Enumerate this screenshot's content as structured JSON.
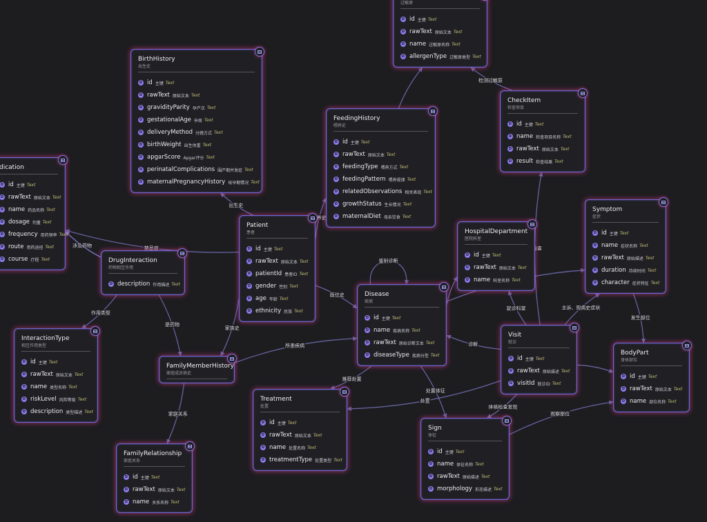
{
  "colors": {
    "background": "#1d1d20",
    "node_border": "#6f6ad6",
    "glow": "#e23c8c",
    "edge": "#7f7bc9",
    "type_text": "#c9c27a",
    "field_icon": "#8b7df0"
  },
  "icons": {
    "field": "primary-field-icon",
    "table": "table-icon"
  },
  "field_badge": "D",
  "nodes": [
    {
      "id": "Allergen",
      "title": "",
      "subtitle": "过敏原",
      "fields": [
        {
          "name": "id",
          "comment": "主键",
          "type": "Text"
        },
        {
          "name": "rawText",
          "comment": "原始文本",
          "type": "Text"
        },
        {
          "name": "name",
          "comment": "过敏原名称",
          "type": "Text"
        },
        {
          "name": "allergenType",
          "comment": "过敏原类型",
          "type": "Text"
        }
      ]
    },
    {
      "id": "BirthHistory",
      "title": "BirthHistory",
      "subtitle": "出生史",
      "fields": [
        {
          "name": "id",
          "comment": "主键",
          "type": "Text"
        },
        {
          "name": "rawText",
          "comment": "原始文本",
          "type": "Text"
        },
        {
          "name": "gravidityParity",
          "comment": "孕产次",
          "type": "Text"
        },
        {
          "name": "gestationalAge",
          "comment": "孕周",
          "type": "Text"
        },
        {
          "name": "deliveryMethod",
          "comment": "分娩方式",
          "type": "Text"
        },
        {
          "name": "birthWeight",
          "comment": "出生体重",
          "type": "Text"
        },
        {
          "name": "apgarScore",
          "comment": "Apgar评分",
          "type": "Text"
        },
        {
          "name": "perinatalComplications",
          "comment": "围产期并发症",
          "type": "Text"
        },
        {
          "name": "maternalPregnancyHistory",
          "comment": "母孕期情况",
          "type": "Text"
        }
      ]
    },
    {
      "id": "Medication",
      "title": "dication",
      "subtitle": "",
      "fields": [
        {
          "name": "id",
          "comment": "主键",
          "type": "Text"
        },
        {
          "name": "rawText",
          "comment": "原始文本",
          "type": "Text"
        },
        {
          "name": "name",
          "comment": "药品名称",
          "type": "Text"
        },
        {
          "name": "dosage",
          "comment": "剂量",
          "type": "Text"
        },
        {
          "name": "frequency",
          "comment": "用药频率",
          "type": "Text"
        },
        {
          "name": "route",
          "comment": "用药途径",
          "type": "Text"
        },
        {
          "name": "course",
          "comment": "疗程",
          "type": "Text"
        }
      ]
    },
    {
      "id": "FeedingHistory",
      "title": "FeedingHistory",
      "subtitle": "喂养史",
      "fields": [
        {
          "name": "id",
          "comment": "主键",
          "type": "Text"
        },
        {
          "name": "rawText",
          "comment": "原始文本",
          "type": "Text"
        },
        {
          "name": "feedingType",
          "comment": "喂养方式",
          "type": "Text"
        },
        {
          "name": "feedingPattern",
          "comment": "喂养规律",
          "type": "Text"
        },
        {
          "name": "relatedObservations",
          "comment": "相关表现",
          "type": "Text"
        },
        {
          "name": "growthStatus",
          "comment": "生长情况",
          "type": "Text"
        },
        {
          "name": "maternalDiet",
          "comment": "母亲饮食",
          "type": "Text"
        }
      ]
    },
    {
      "id": "CheckItem",
      "title": "CheckItem",
      "subtitle": "检查项目",
      "fields": [
        {
          "name": "id",
          "comment": "主键",
          "type": "Text"
        },
        {
          "name": "name",
          "comment": "检查项目名称",
          "type": "Text"
        },
        {
          "name": "rawText",
          "comment": "原始文本",
          "type": "Text"
        },
        {
          "name": "result",
          "comment": "检查结果",
          "type": "Text"
        }
      ]
    },
    {
      "id": "Symptom",
      "title": "Symptom",
      "subtitle": "症状",
      "fields": [
        {
          "name": "id",
          "comment": "主键",
          "type": "Text"
        },
        {
          "name": "name",
          "comment": "症状名称",
          "type": "Text"
        },
        {
          "name": "rawText",
          "comment": "原始描述",
          "type": "Text"
        },
        {
          "name": "duration",
          "comment": "持续时间",
          "type": "Text"
        },
        {
          "name": "character",
          "comment": "症状特征",
          "type": "Text"
        }
      ]
    },
    {
      "id": "Patient",
      "title": "Patient",
      "subtitle": "患者",
      "fields": [
        {
          "name": "id",
          "comment": "主键",
          "type": "Text"
        },
        {
          "name": "rawText",
          "comment": "原始文本",
          "type": "Text"
        },
        {
          "name": "patientId",
          "comment": "患者ID",
          "type": "Text"
        },
        {
          "name": "gender",
          "comment": "性别",
          "type": "Text"
        },
        {
          "name": "age",
          "comment": "年龄",
          "type": "Text"
        },
        {
          "name": "ethnicity",
          "comment": "民族",
          "type": "Text"
        }
      ]
    },
    {
      "id": "HospitalDepartment",
      "title": "HospitalDepartment",
      "subtitle": "医院科室",
      "fields": [
        {
          "name": "id",
          "comment": "主键",
          "type": "Text"
        },
        {
          "name": "rawText",
          "comment": "原始文本",
          "type": "Text"
        },
        {
          "name": "name",
          "comment": "科室名称",
          "type": "Text"
        }
      ]
    },
    {
      "id": "DrugInteraction",
      "title": "DrugInteraction",
      "subtitle": "药物相互作用",
      "fields": [
        {
          "name": "description",
          "comment": "作用描述",
          "type": "Text"
        }
      ]
    },
    {
      "id": "Disease",
      "title": "Disease",
      "subtitle": "疾病",
      "fields": [
        {
          "name": "id",
          "comment": "主键",
          "type": "Text"
        },
        {
          "name": "name",
          "comment": "疾病名称",
          "type": "Text"
        },
        {
          "name": "rawText",
          "comment": "原始诊断文本",
          "type": "Text"
        },
        {
          "name": "diseaseType",
          "comment": "疾病分型",
          "type": "Text"
        }
      ]
    },
    {
      "id": "Visit",
      "title": "Visit",
      "subtitle": "就诊",
      "fields": [
        {
          "name": "id",
          "comment": "主键",
          "type": "Text"
        },
        {
          "name": "rawText",
          "comment": "原始描述",
          "type": "Text"
        },
        {
          "name": "visitId",
          "comment": "就诊ID",
          "type": "Text"
        }
      ]
    },
    {
      "id": "InteractionType",
      "title": "InteractionType",
      "subtitle": "相互作用类型",
      "fields": [
        {
          "name": "id",
          "comment": "主键",
          "type": "Text"
        },
        {
          "name": "rawText",
          "comment": "原始文本",
          "type": "Text"
        },
        {
          "name": "name",
          "comment": "类型名称",
          "type": "Text"
        },
        {
          "name": "riskLevel",
          "comment": "风险等级",
          "type": "Text"
        },
        {
          "name": "description",
          "comment": "类型描述",
          "type": "Text"
        }
      ]
    },
    {
      "id": "FamilyMemberHistory",
      "title": "FamilyMemberHistory",
      "subtitle": "家庭成员病史",
      "fields": []
    },
    {
      "id": "BodyPart",
      "title": "BodyPart",
      "subtitle": "身体部位",
      "fields": [
        {
          "name": "id",
          "comment": "主键",
          "type": "Text"
        },
        {
          "name": "rawText",
          "comment": "原始文本",
          "type": "Text"
        },
        {
          "name": "name",
          "comment": "部位名称",
          "type": "Text"
        }
      ]
    },
    {
      "id": "Treatment",
      "title": "Treatment",
      "subtitle": "处置",
      "fields": [
        {
          "name": "id",
          "comment": "主键",
          "type": "Text"
        },
        {
          "name": "rawText",
          "comment": "原始文本",
          "type": "Text"
        },
        {
          "name": "name",
          "comment": "处置名称",
          "type": "Text"
        },
        {
          "name": "treatmentType",
          "comment": "处置类型",
          "type": "Text"
        }
      ]
    },
    {
      "id": "Sign",
      "title": "Sign",
      "subtitle": "体征",
      "fields": [
        {
          "name": "id",
          "comment": "主键",
          "type": "Text"
        },
        {
          "name": "name",
          "comment": "体征名称",
          "type": "Text"
        },
        {
          "name": "rawText",
          "comment": "原始描述",
          "type": "Text"
        },
        {
          "name": "morphology",
          "comment": "形态描述",
          "type": "Text"
        }
      ]
    },
    {
      "id": "FamilyRelationship",
      "title": "FamilyRelationship",
      "subtitle": "家庭关系",
      "fields": [
        {
          "name": "id",
          "comment": "主键",
          "type": "Text"
        },
        {
          "name": "rawText",
          "comment": "原始文本",
          "type": "Text"
        },
        {
          "name": "name",
          "comment": "关系名称",
          "type": "Text"
        }
      ]
    }
  ],
  "edges": [
    {
      "from": "CheckItem",
      "to": "Allergen",
      "label": "检测过敏原"
    },
    {
      "from": "FeedingHistory",
      "to": "Allergen",
      "label": ""
    },
    {
      "from": "Patient",
      "to": "BirthHistory",
      "label": "出生史"
    },
    {
      "from": "Patient",
      "to": "FeedingHistory",
      "label": "喂养史"
    },
    {
      "from": "Patient",
      "to": "Medication",
      "label": "禁忌症"
    },
    {
      "from": "DrugInteraction",
      "to": "Medication",
      "label": "涉及药物"
    },
    {
      "from": "DrugInteraction",
      "to": "Medication",
      "label": ""
    },
    {
      "from": "DrugInteraction",
      "to": "InteractionType",
      "label": "作用类型"
    },
    {
      "from": "DrugInteraction",
      "to": "FamilyMemberHistory",
      "label": "是药物"
    },
    {
      "from": "Patient",
      "to": "FamilyMemberHistory",
      "label": "家族史"
    },
    {
      "from": "FamilyMemberHistory",
      "to": "FamilyRelationship",
      "label": "家庭关系"
    },
    {
      "from": "FamilyMemberHistory",
      "to": "Disease",
      "label": "所患疾病"
    },
    {
      "from": "Patient",
      "to": "Disease",
      "label": "既往史"
    },
    {
      "from": "Disease",
      "to": "Disease",
      "label": "鉴别诊断"
    },
    {
      "from": "Disease",
      "to": "HospitalDepartment",
      "label": ""
    },
    {
      "from": "Visit",
      "to": "HospitalDepartment",
      "label": "就诊科室"
    },
    {
      "from": "Visit",
      "to": "CheckItem",
      "label": "所检查"
    },
    {
      "from": "Visit",
      "to": "Symptom",
      "label": "主诉、现病史症状"
    },
    {
      "from": "Disease",
      "to": "Symptom",
      "label": ""
    },
    {
      "from": "Symptom",
      "to": "BodyPart",
      "label": "发生部位"
    },
    {
      "from": "Visit",
      "to": "Disease",
      "label": "诊断"
    },
    {
      "from": "Visit",
      "to": "BodyPart",
      "label": ""
    },
    {
      "from": "Disease",
      "to": "Treatment",
      "label": "推荐处置"
    },
    {
      "from": "Disease",
      "to": "Sign",
      "label": "处置体征"
    },
    {
      "from": "Visit",
      "to": "Treatment",
      "label": "处置"
    },
    {
      "from": "Visit",
      "to": "Sign",
      "label": "体格检查发现"
    },
    {
      "from": "Sign",
      "to": "BodyPart",
      "label": "观察部位"
    }
  ]
}
